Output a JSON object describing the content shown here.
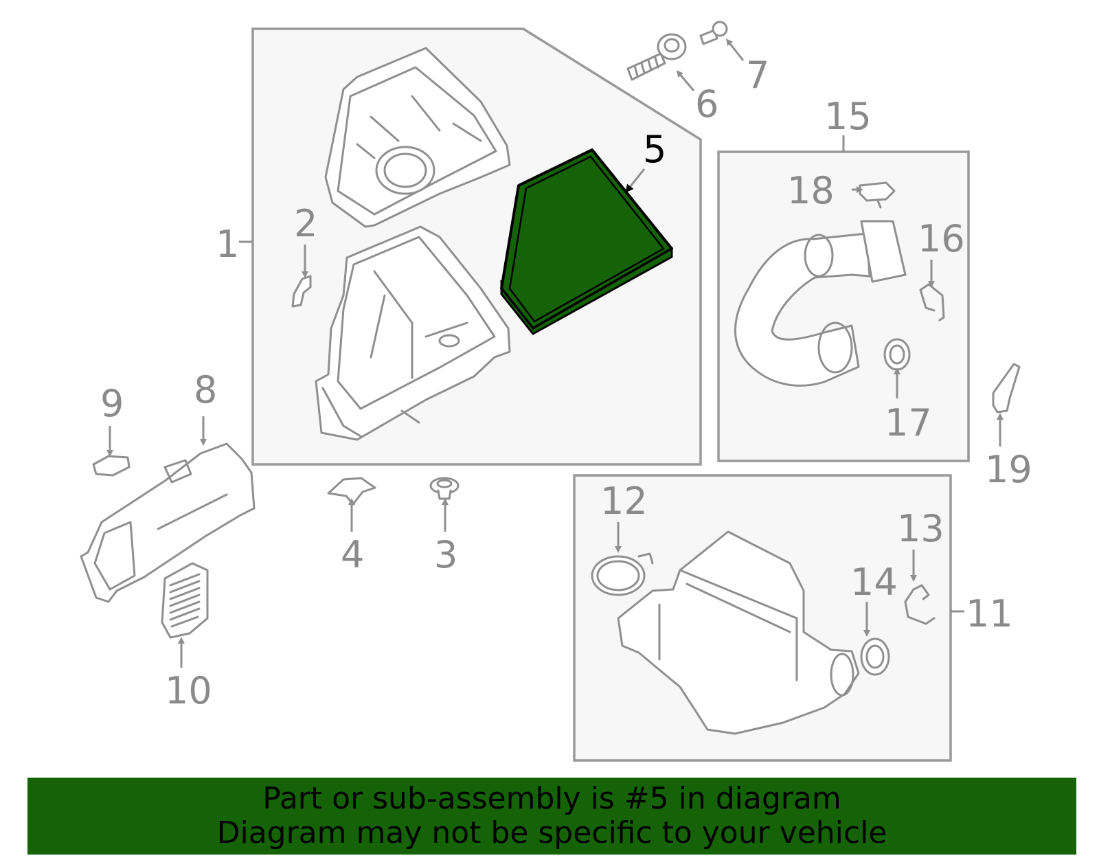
{
  "highlight": {
    "part_number": "5",
    "color": "#156306"
  },
  "callouts": {
    "c1": "1",
    "c2": "2",
    "c3": "3",
    "c4": "4",
    "c5": "5",
    "c6": "6",
    "c7": "7",
    "c8": "8",
    "c9": "9",
    "c10": "10",
    "c11": "11",
    "c12": "12",
    "c13": "13",
    "c14": "14",
    "c15": "15",
    "c16": "16",
    "c17": "17",
    "c18": "18",
    "c19": "19"
  },
  "banner": {
    "line1": "Part or sub-assembly is #5 in diagram",
    "line2": "Diagram may not be specific to your vehicle"
  }
}
